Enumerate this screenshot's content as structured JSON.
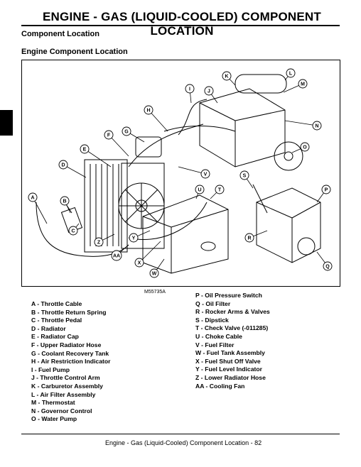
{
  "header": {
    "title": "ENGINE - GAS (LIQUID-COOLED)   COMPONENT LOCATION",
    "section": "Component Location",
    "subsection": "Engine Component Location"
  },
  "figure": {
    "code": "M55735A",
    "callouts": [
      "A",
      "B",
      "C",
      "D",
      "E",
      "F",
      "G",
      "H",
      "I",
      "J",
      "K",
      "L",
      "M",
      "N",
      "O",
      "P",
      "Q",
      "R",
      "S",
      "T",
      "U",
      "V",
      "W",
      "X",
      "Y",
      "Z",
      "AA"
    ]
  },
  "legend_left": [
    {
      "key": "A",
      "label": "Throttle Cable"
    },
    {
      "key": "B",
      "label": "Throttle Return Spring"
    },
    {
      "key": "C",
      "label": "Throttle Pedal"
    },
    {
      "key": "D",
      "label": "Radiator"
    },
    {
      "key": "E",
      "label": "Radiator Cap"
    },
    {
      "key": "F",
      "label": "Upper Radiator Hose"
    },
    {
      "key": "G",
      "label": "Coolant Recovery Tank"
    },
    {
      "key": "H",
      "label": "Air Restriction Indicator"
    },
    {
      "key": "I",
      "label": "Fuel Pump"
    },
    {
      "key": "J",
      "label": "Throttle Control Arm"
    },
    {
      "key": "K",
      "label": "Carburetor Assembly"
    },
    {
      "key": "L",
      "label": "Air Filter Assembly"
    },
    {
      "key": "M",
      "label": "Thermostat"
    },
    {
      "key": "N",
      "label": "Governor Control"
    },
    {
      "key": "O",
      "label": "Water Pump"
    }
  ],
  "legend_right": [
    {
      "key": "P",
      "label": "Oil Pressure Switch"
    },
    {
      "key": "Q",
      "label": "Oil Filter"
    },
    {
      "key": "R",
      "label": "Rocker Arms & Valves"
    },
    {
      "key": "S",
      "label": "Dipstick"
    },
    {
      "key": "T",
      "label": "Check Valve (-011285)"
    },
    {
      "key": "U",
      "label": "Choke Cable"
    },
    {
      "key": "V",
      "label": "Fuel Filter"
    },
    {
      "key": "W",
      "label": "Fuel Tank Assembly"
    },
    {
      "key": "X",
      "label": "Fuel Shut Off Valve"
    },
    {
      "key": "Y",
      "label": "Fuel Level Indicator"
    },
    {
      "key": "Z",
      "label": "Lower Radiator Hose"
    },
    {
      "key": "AA",
      "label": "Cooling Fan"
    }
  ],
  "footer": {
    "text": "Engine - Gas (Liquid-Cooled)   Component Location - 82"
  }
}
